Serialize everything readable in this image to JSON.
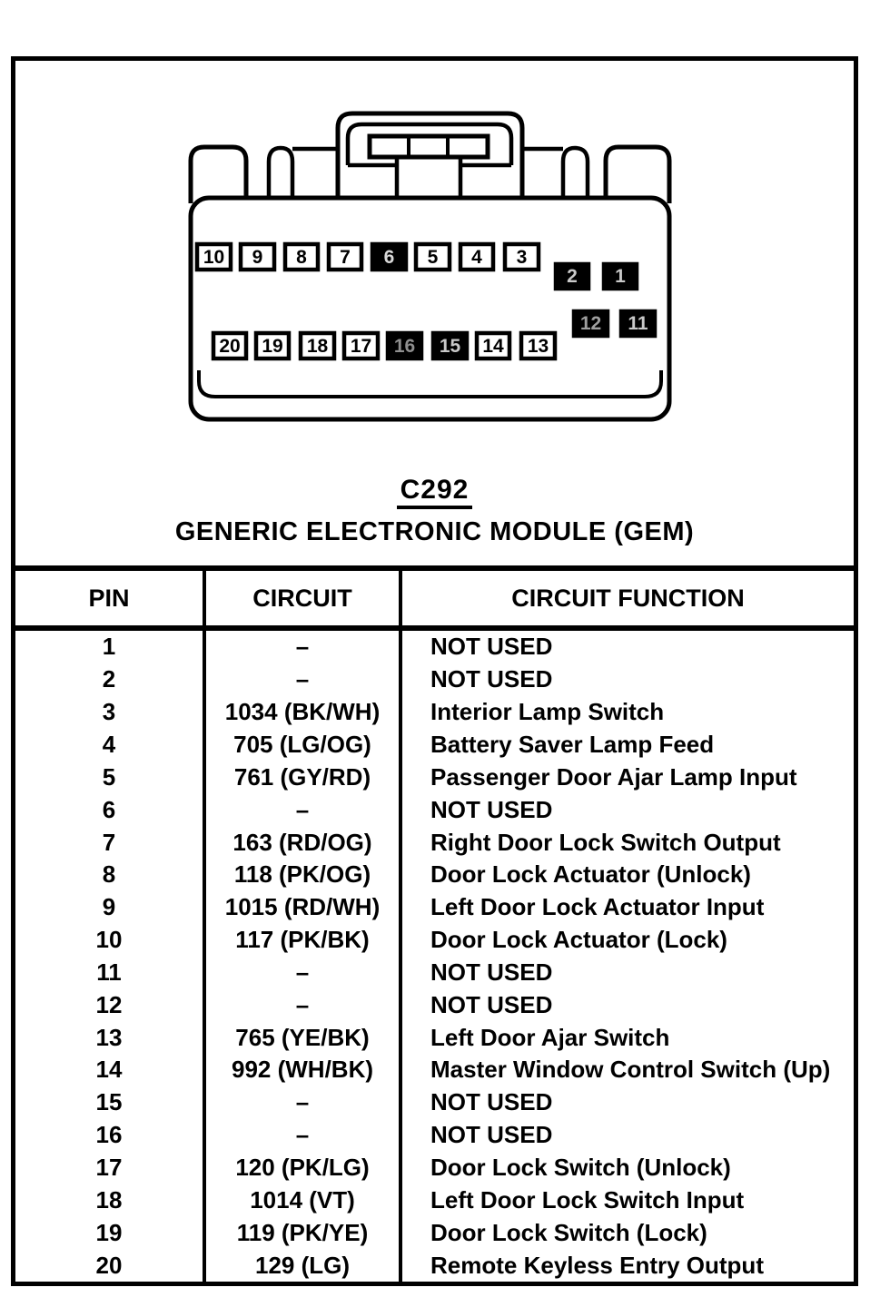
{
  "page": {
    "ink": "#000000",
    "paper": "#ffffff"
  },
  "connector": {
    "label": "C292",
    "title": "GENERIC ELECTRONIC MODULE (GEM)",
    "pins_top": [
      "10",
      "9",
      "8",
      "7",
      "6",
      "5",
      "4",
      "3"
    ],
    "pins_upper_right": [
      "2",
      "1"
    ],
    "pins_lower_right": [
      "12",
      "11"
    ],
    "pins_bottom": [
      "20",
      "19",
      "18",
      "17",
      "16",
      "15",
      "14",
      "13"
    ],
    "filled_pins": [
      "6",
      "2",
      "1",
      "12",
      "11",
      "16",
      "15"
    ]
  },
  "table": {
    "headers": {
      "pin": "PIN",
      "circuit": "CIRCUIT",
      "function": "CIRCUIT FUNCTION"
    },
    "rows": [
      {
        "pin": "1",
        "circuit": "–",
        "function": "NOT USED"
      },
      {
        "pin": "2",
        "circuit": "–",
        "function": "NOT USED"
      },
      {
        "pin": "3",
        "circuit": "1034 (BK/WH)",
        "function": "Interior Lamp Switch"
      },
      {
        "pin": "4",
        "circuit": "705 (LG/OG)",
        "function": "Battery Saver Lamp Feed"
      },
      {
        "pin": "5",
        "circuit": "761 (GY/RD)",
        "function": "Passenger Door Ajar Lamp Input"
      },
      {
        "pin": "6",
        "circuit": "–",
        "function": "NOT USED"
      },
      {
        "pin": "7",
        "circuit": "163 (RD/OG)",
        "function": "Right Door Lock Switch Output"
      },
      {
        "pin": "8",
        "circuit": "118 (PK/OG)",
        "function": "Door Lock Actuator (Unlock)"
      },
      {
        "pin": "9",
        "circuit": "1015 (RD/WH)",
        "function": "Left Door Lock Actuator Input"
      },
      {
        "pin": "10",
        "circuit": "117 (PK/BK)",
        "function": "Door Lock Actuator (Lock)"
      },
      {
        "pin": "11",
        "circuit": "–",
        "function": "NOT USED"
      },
      {
        "pin": "12",
        "circuit": "–",
        "function": "NOT USED"
      },
      {
        "pin": "13",
        "circuit": "765 (YE/BK)",
        "function": "Left Door Ajar Switch"
      },
      {
        "pin": "14",
        "circuit": "992 (WH/BK)",
        "function": "Master Window Control Switch (Up)"
      },
      {
        "pin": "15",
        "circuit": "–",
        "function": "NOT USED"
      },
      {
        "pin": "16",
        "circuit": "–",
        "function": "NOT USED"
      },
      {
        "pin": "17",
        "circuit": "120 (PK/LG)",
        "function": "Door Lock Switch (Unlock)"
      },
      {
        "pin": "18",
        "circuit": "1014 (VT)",
        "function": "Left Door Lock Switch Input"
      },
      {
        "pin": "19",
        "circuit": "119 (PK/YE)",
        "function": "Door Lock Switch (Lock)"
      },
      {
        "pin": "20",
        "circuit": "129 (LG)",
        "function": "Remote Keyless Entry Output"
      }
    ]
  }
}
